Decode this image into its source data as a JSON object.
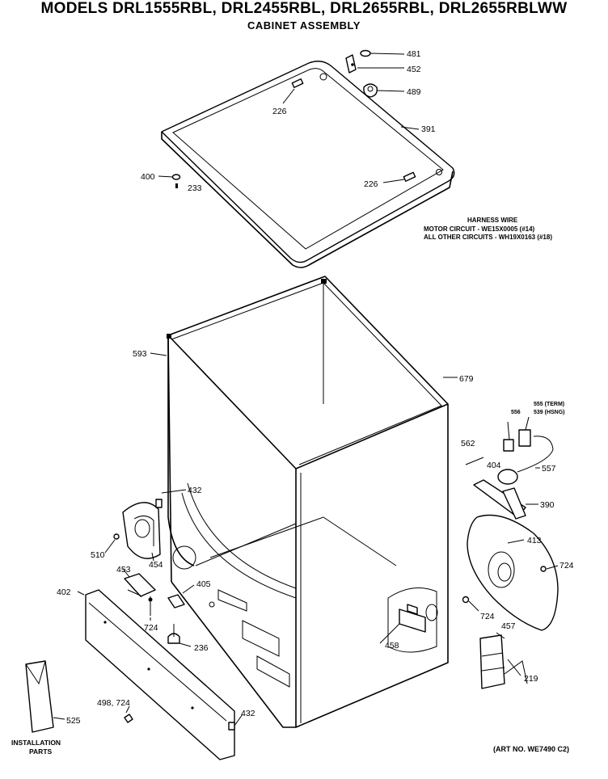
{
  "header": {
    "title": "MODELS DRL1555RBL, DRL2455RBL, DRL2655RBL, DRL2655RBLWW",
    "subtitle": "CABINET ASSEMBLY"
  },
  "harness_note": {
    "title": "HARNESS WIRE",
    "motor": "MOTOR CIRCUIT - WE15X0005 (#14)",
    "other": "ALL OTHER CIRCUITS - WH19X0163 (#18)"
  },
  "installation_label": [
    "INSTALLATION",
    "PARTS"
  ],
  "art_number": "(ART NO. WE7490 C2)",
  "parts": {
    "p481": "481",
    "p452": "452",
    "p489": "489",
    "p226a": "226",
    "p391": "391",
    "p400": "400",
    "p233": "233",
    "p226b": "226",
    "p593": "593",
    "p679": "679",
    "p555": "555 (TERM)",
    "p539": "539 (HSNG)",
    "p556": "556",
    "p562": "562",
    "p404": "404",
    "p557": "557",
    "p390": "390",
    "p432a": "432",
    "p510": "510",
    "p454": "454",
    "p413": "413",
    "p724a": "724",
    "p453": "453",
    "p405": "405",
    "p402": "402",
    "p724b": "724",
    "p236": "236",
    "p724c": "724",
    "p457": "457",
    "p458": "458",
    "p219": "219",
    "p498": "498, 724",
    "p525": "525",
    "p432b": "432"
  }
}
